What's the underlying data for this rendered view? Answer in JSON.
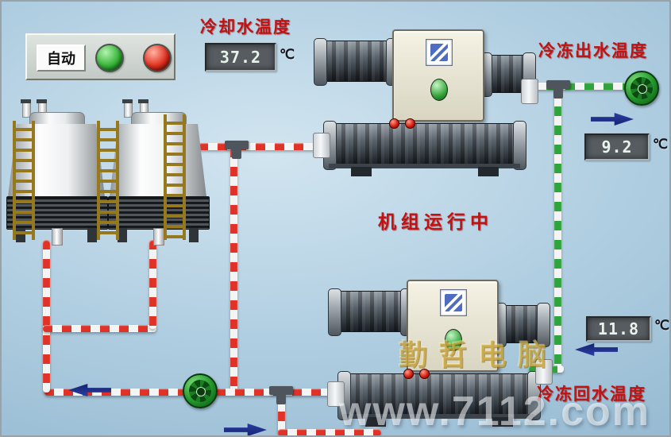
{
  "control_panel": {
    "auto_button": "自动"
  },
  "labels": {
    "cooling_water_temp": "冷却水温度",
    "chilled_outlet_temp": "冷冻出水温度",
    "chilled_return_temp": "冷冻回水温度",
    "status_running": "机组运行中",
    "degree_unit": "℃"
  },
  "readings": {
    "cooling_water": "37.2",
    "chilled_outlet": "9.2",
    "chilled_return": "11.8"
  },
  "watermark": {
    "brand": "勤哲电脑",
    "url": "www.7112.com"
  },
  "colors": {
    "cooling_pipe_red": "#e03226",
    "chilled_pipe_green": "#2fa43c",
    "label_red": "#c21212",
    "flow_arrow_navy": "#1c2f96",
    "indicator_green": "#37b437",
    "indicator_red": "#e03020"
  }
}
